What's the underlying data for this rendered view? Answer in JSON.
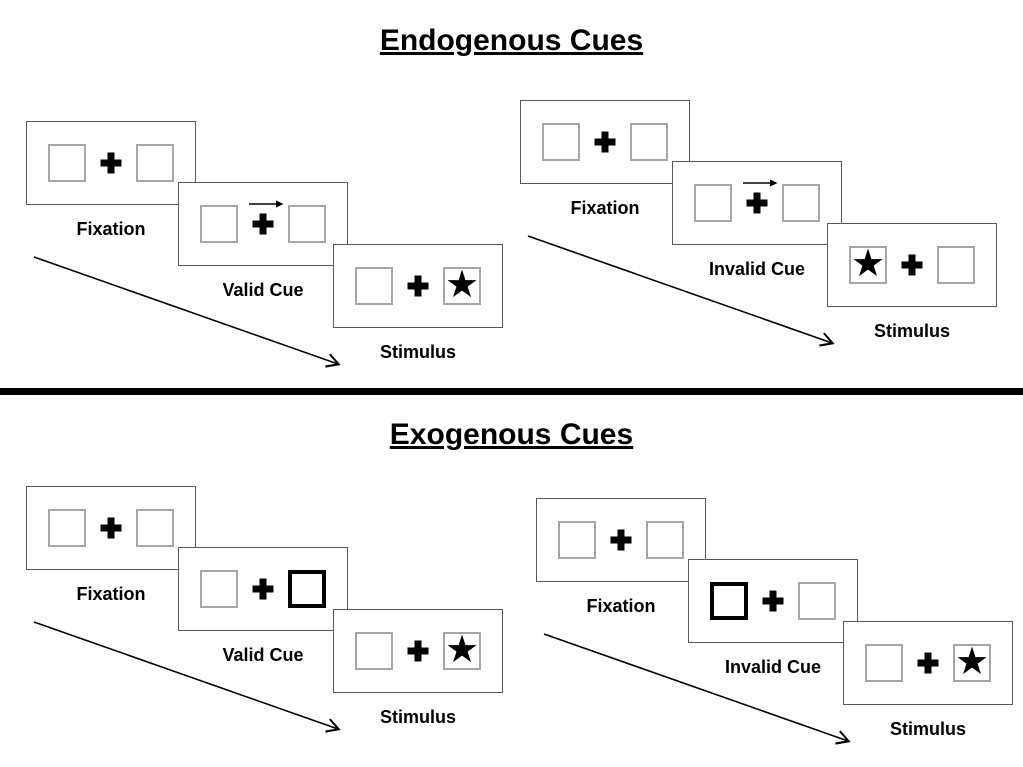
{
  "colors": {
    "ink": "#000000",
    "panel_border": "#595959",
    "box_border": "#a6a6a6",
    "thick_cue_border": "#000000",
    "divider": "#000000",
    "background": "#ffffff"
  },
  "icons": {
    "star": "★",
    "plus": "fixation-cross",
    "cue_arrow": "right-arrow",
    "sequence_arrow": "diagonal-down-right-arrow"
  },
  "sections": [
    {
      "id": "endogenous",
      "title": "Endogenous Cues",
      "groups": [
        {
          "id": "valid",
          "panels": [
            {
              "label": "Fixation",
              "left_box": "empty",
              "center": "plus",
              "right_box": "empty"
            },
            {
              "label": "Valid Cue",
              "left_box": "empty",
              "center": "plus-arrow-right",
              "right_box": "empty"
            },
            {
              "label": "Stimulus",
              "left_box": "empty",
              "center": "plus",
              "right_box": "star"
            }
          ]
        },
        {
          "id": "invalid",
          "panels": [
            {
              "label": "Fixation",
              "left_box": "empty",
              "center": "plus",
              "right_box": "empty"
            },
            {
              "label": "Invalid Cue",
              "left_box": "empty",
              "center": "plus-arrow-right",
              "right_box": "empty"
            },
            {
              "label": "Stimulus",
              "left_box": "star",
              "center": "plus",
              "right_box": "empty"
            }
          ]
        }
      ]
    },
    {
      "id": "exogenous",
      "title": "Exogenous Cues",
      "groups": [
        {
          "id": "valid",
          "panels": [
            {
              "label": "Fixation",
              "left_box": "empty",
              "center": "plus",
              "right_box": "empty"
            },
            {
              "label": "Valid Cue",
              "left_box": "empty",
              "center": "plus",
              "right_box": "thick-outline"
            },
            {
              "label": "Stimulus",
              "left_box": "empty",
              "center": "plus",
              "right_box": "star"
            }
          ]
        },
        {
          "id": "invalid",
          "panels": [
            {
              "label": "Fixation",
              "left_box": "empty",
              "center": "plus",
              "right_box": "empty"
            },
            {
              "label": "Invalid Cue",
              "left_box": "thick-outline",
              "center": "plus",
              "right_box": "empty"
            },
            {
              "label": "Stimulus",
              "left_box": "empty",
              "center": "plus",
              "right_box": "star"
            }
          ]
        }
      ]
    }
  ]
}
